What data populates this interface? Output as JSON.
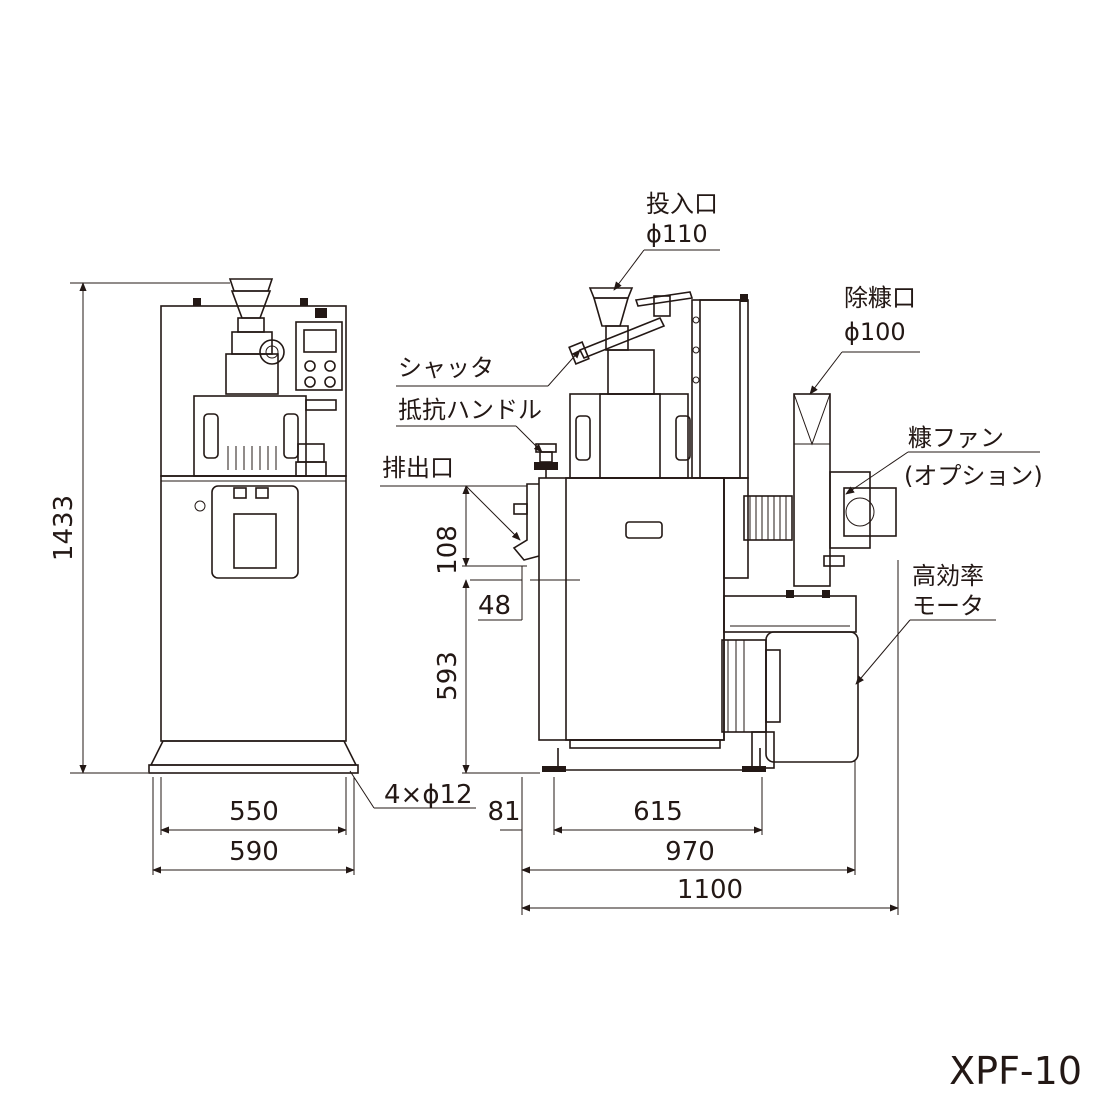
{
  "model": "XPF-10",
  "labels": {
    "inlet": "投入口",
    "inlet_dia": "ϕ110",
    "shutter": "シャッタ",
    "resist_handle": "抵抗ハンドル",
    "outlet": "排出口",
    "bran_outlet": "除糠口",
    "bran_outlet_dia": "ϕ100",
    "bran_fan": "糠ファン",
    "option": "(オプション)",
    "motor_line1": "高効率",
    "motor_line2": "モータ"
  },
  "dimensions": {
    "height": "1433",
    "outlet_height": "108",
    "outlet_depth": "48",
    "base_height": "593",
    "bolts": "4×ϕ12",
    "front_inner": "550",
    "front_outer": "590",
    "side_offset": "81",
    "side_body": "615",
    "side_with_motor": "970",
    "side_total": "1100"
  }
}
